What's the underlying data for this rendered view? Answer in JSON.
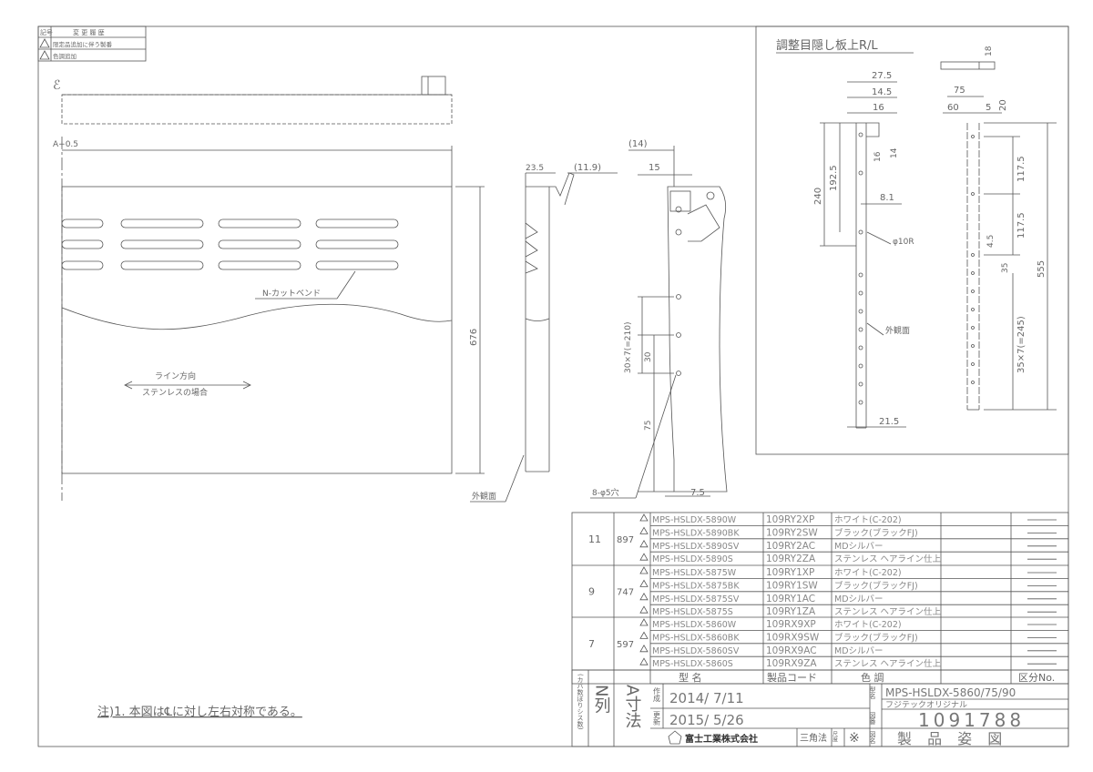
{
  "revision_block": {
    "header_mark": "記号",
    "header_title": "変 更 履 歴",
    "row1_text": "限定品追加に伴う製番",
    "row2_text": "色調追加"
  },
  "centerline_symbol": "ℰ",
  "front_view": {
    "dim_top": "A+0.5",
    "dim_height": "676",
    "label_cut_bend": "N-カットベンド",
    "label_line_dir_1": "ライン方向",
    "label_line_dir_2": "ステンレスの場合",
    "label_outer_face": "外観面"
  },
  "side_view_1": {
    "dim_top": "23.5",
    "dim_angle": "(11.9)"
  },
  "side_view_2": {
    "dim_14": "(14)",
    "dim_15": "15",
    "dim_pitch": "30×7(=210)",
    "dim_30": "30",
    "dim_75": "75",
    "dim_75b": "7.5",
    "label_holes": "8-φ5穴"
  },
  "detail_panel": {
    "title": "調整目隠し板上R/L",
    "dim_18": "18",
    "dim_27_5": "27.5",
    "dim_14_5": "14.5",
    "dim_16": "16",
    "dim_240": "240",
    "dim_192_5": "192.5",
    "dim_16b": "16",
    "dim_14": "14",
    "dim_8_1": "8.1",
    "dim_10r": "φ10R",
    "dim_21_5": "21.5",
    "label_outer": "外観面",
    "dim_75": "75",
    "dim_60": "60",
    "dim_5": "5",
    "dim_20": "20",
    "dim_117_5a": "117.5",
    "dim_117_5b": "117.5",
    "dim_4_5": "4.5",
    "dim_35": "35",
    "dim_555": "555",
    "dim_35x7": "35×7(=245)"
  },
  "parts_table": {
    "groups": [
      {
        "n": "11",
        "a": "897",
        "rows": [
          {
            "model": "MPS-HSLDX-5890W",
            "code": "109RY2XP",
            "color": "ホワイト(C-202)"
          },
          {
            "model": "MPS-HSLDX-5890BK",
            "code": "109RY2SW",
            "color": "ブラック(ブラックFJ)"
          },
          {
            "model": "MPS-HSLDX-5890SV",
            "code": "109RY2AC",
            "color": "MDシルバー"
          },
          {
            "model": "MPS-HSLDX-5890S",
            "code": "109RY2ZA",
            "color": "ステンレス ヘアライン仕上"
          }
        ]
      },
      {
        "n": "9",
        "a": "747",
        "rows": [
          {
            "model": "MPS-HSLDX-5875W",
            "code": "109RY1XP",
            "color": "ホワイト(C-202)"
          },
          {
            "model": "MPS-HSLDX-5875BK",
            "code": "109RY1SW",
            "color": "ブラック(ブラックFJ)"
          },
          {
            "model": "MPS-HSLDX-5875SV",
            "code": "109RY1AC",
            "color": "MDシルバー"
          },
          {
            "model": "MPS-HSLDX-5875S",
            "code": "109RY1ZA",
            "color": "ステンレス ヘアライン仕上"
          }
        ]
      },
      {
        "n": "7",
        "a": "597",
        "rows": [
          {
            "model": "MPS-HSLDX-5860W",
            "code": "109RX9XP",
            "color": "ホワイト(C-202)"
          },
          {
            "model": "MPS-HSLDX-5860BK",
            "code": "109RX9SW",
            "color": "ブラック(ブラックFJ)"
          },
          {
            "model": "MPS-HSLDX-5860SV",
            "code": "109RX9AC",
            "color": "MDシルバー"
          },
          {
            "model": "MPS-HSLDX-5860S",
            "code": "109RX9ZA",
            "color": "ステンレス ヘアライン仕上"
          }
        ]
      }
    ],
    "header_model": "型    名",
    "header_code": "製品コード",
    "header_color": "色    調",
    "header_div": "区分No."
  },
  "title_block": {
    "vertical_label": "(カバ数ぼりシス数)",
    "n_col": "N列",
    "a_dim": "A寸法",
    "label_made": "作成",
    "label_updated": "更新",
    "date_made": "2014/ 7/11",
    "date_updated": "2015/ 5/26",
    "company": "富士工業株式会社",
    "projection": "三角法",
    "scale_label": "尺度",
    "scale_value": "※",
    "model_label": "型名",
    "model_name": "MPS-HSLDX-5860/75/90",
    "sub_label": "フジテックオリジナル",
    "number_label": "図番",
    "drawing_number": "1091788",
    "name_label": "図名",
    "drawing_name": "製 品 姿 図"
  },
  "note": "注)1. 本図は℄に対し左右対称である。"
}
